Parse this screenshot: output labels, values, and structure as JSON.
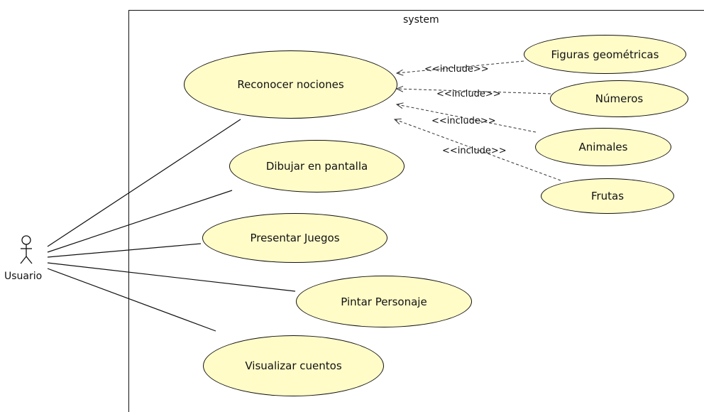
{
  "system": {
    "label": "system"
  },
  "actor": {
    "name": "Usuario"
  },
  "use_cases": {
    "reconocer": "Reconocer nociones",
    "dibujar": "Dibujar en pantalla",
    "presentar": "Presentar Juegos",
    "pintar": "Pintar Personaje",
    "visualizar": "Visualizar cuentos",
    "figuras": "Figuras geométricas",
    "numeros": "Números",
    "animales": "Animales",
    "frutas": "Frutas"
  },
  "relations": {
    "include_figuras": "<<include>>",
    "include_numeros": "<<include>>",
    "include_animales": "<<include>>",
    "include_frutas": "<<include>>"
  }
}
